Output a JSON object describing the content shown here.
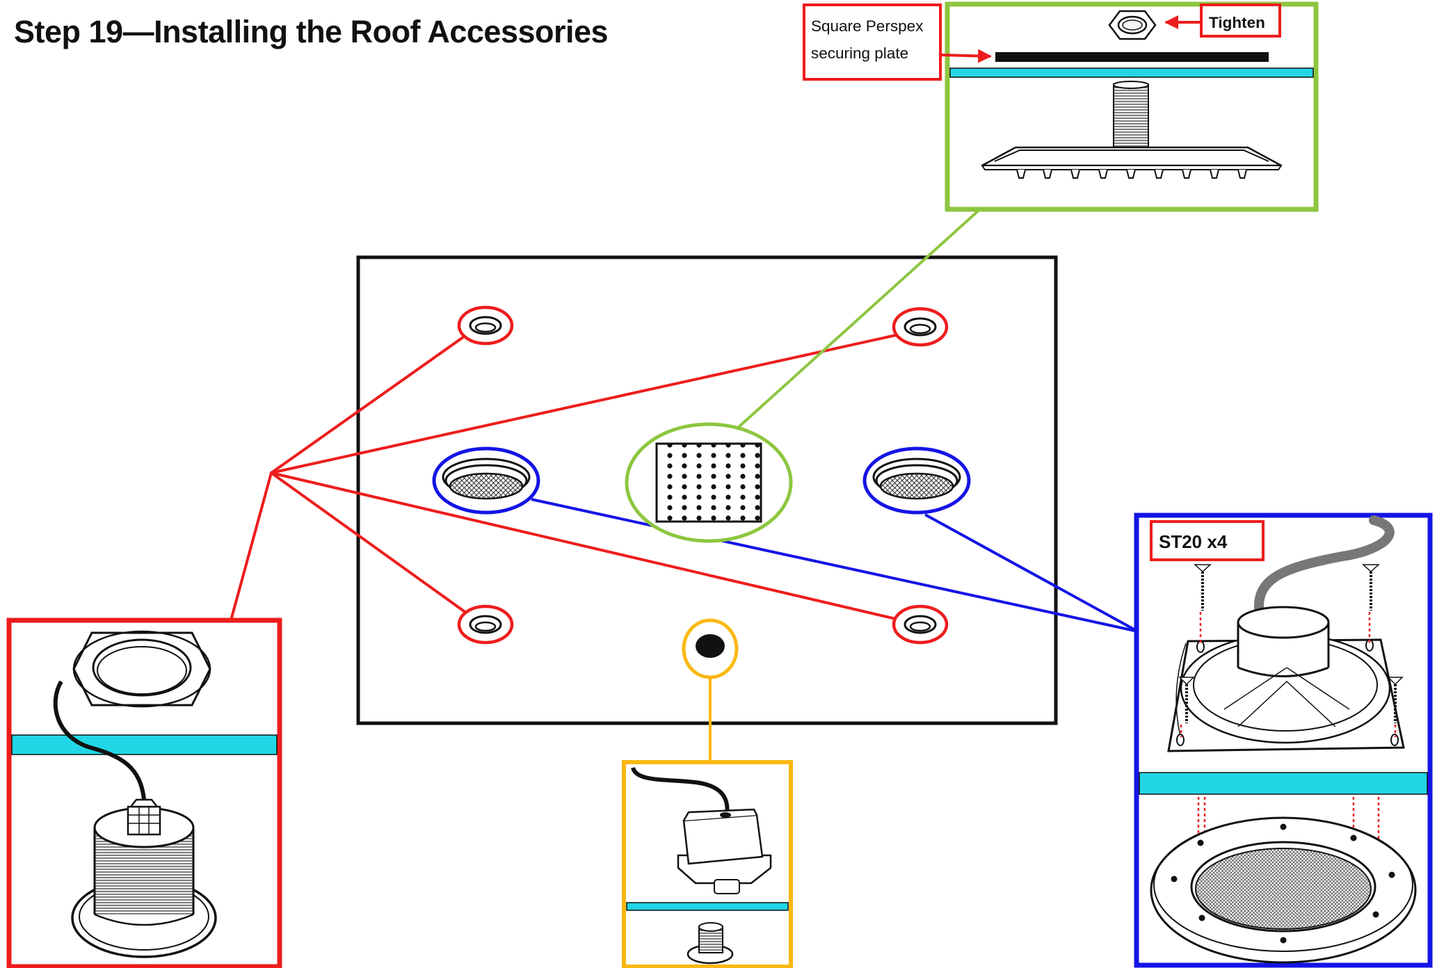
{
  "title": "Step 19—Installing the Roof Accessories",
  "callouts": {
    "perspex_line1": "Square Perspex",
    "perspex_line2": "securing plate",
    "tighten": "Tighten",
    "screws": "ST20 x4"
  },
  "colors": {
    "red": "#ee1c1c",
    "green": "#8dc63f",
    "blue": "#1414e6",
    "amber": "#fbb813",
    "cyan": "#22d6e6",
    "ink": "#111111"
  },
  "icons": [
    "hex-nut-icon",
    "threaded-bulkhead-icon",
    "grommet-icon",
    "speaker-grille-icon",
    "light-sensor-icon",
    "speaker-icon",
    "screw-icon",
    "mesh-grille-ring-icon",
    "cable-gland-fitting-icon"
  ]
}
